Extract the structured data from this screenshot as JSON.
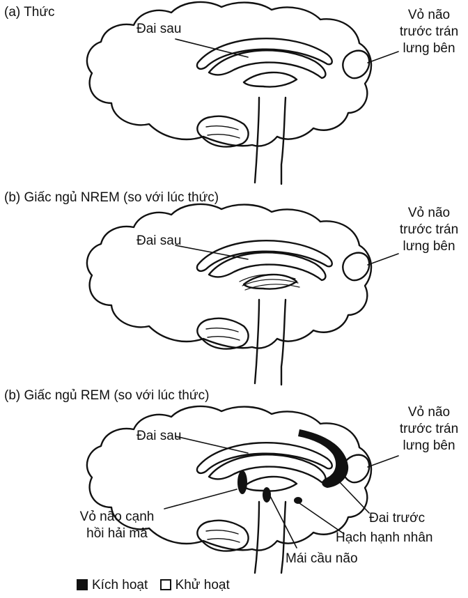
{
  "panels": [
    {
      "title": "(a) Thức",
      "labels": {
        "cingulate_posterior": "Đai sau",
        "dlpfc": [
          "Vỏ não",
          "trước trán",
          "lưng bên"
        ]
      }
    },
    {
      "title": "(b) Giấc ngủ NREM (so với lúc thức)",
      "labels": {
        "cingulate_posterior": "Đai sau",
        "dlpfc": [
          "Vỏ não",
          "trước trán",
          "lưng bên"
        ]
      }
    },
    {
      "title": "(b) Giấc ngủ REM (so với lúc thức)",
      "labels": {
        "cingulate_posterior": "Đai sau",
        "dlpfc": [
          "Vỏ não",
          "trước trán",
          "lưng bên"
        ],
        "parahippocampal": [
          "Vỏ não cạnh",
          "hồi hải mã"
        ],
        "anterior_cingulate": "Đai trước",
        "amygdala": "Hạch hạnh nhân",
        "pons": "Mái cầu não"
      }
    }
  ],
  "legend": {
    "active": "Kích hoạt",
    "inactive": "Khử hoạt"
  },
  "colors": {
    "ink": "#111111",
    "paper": "#ffffff"
  }
}
